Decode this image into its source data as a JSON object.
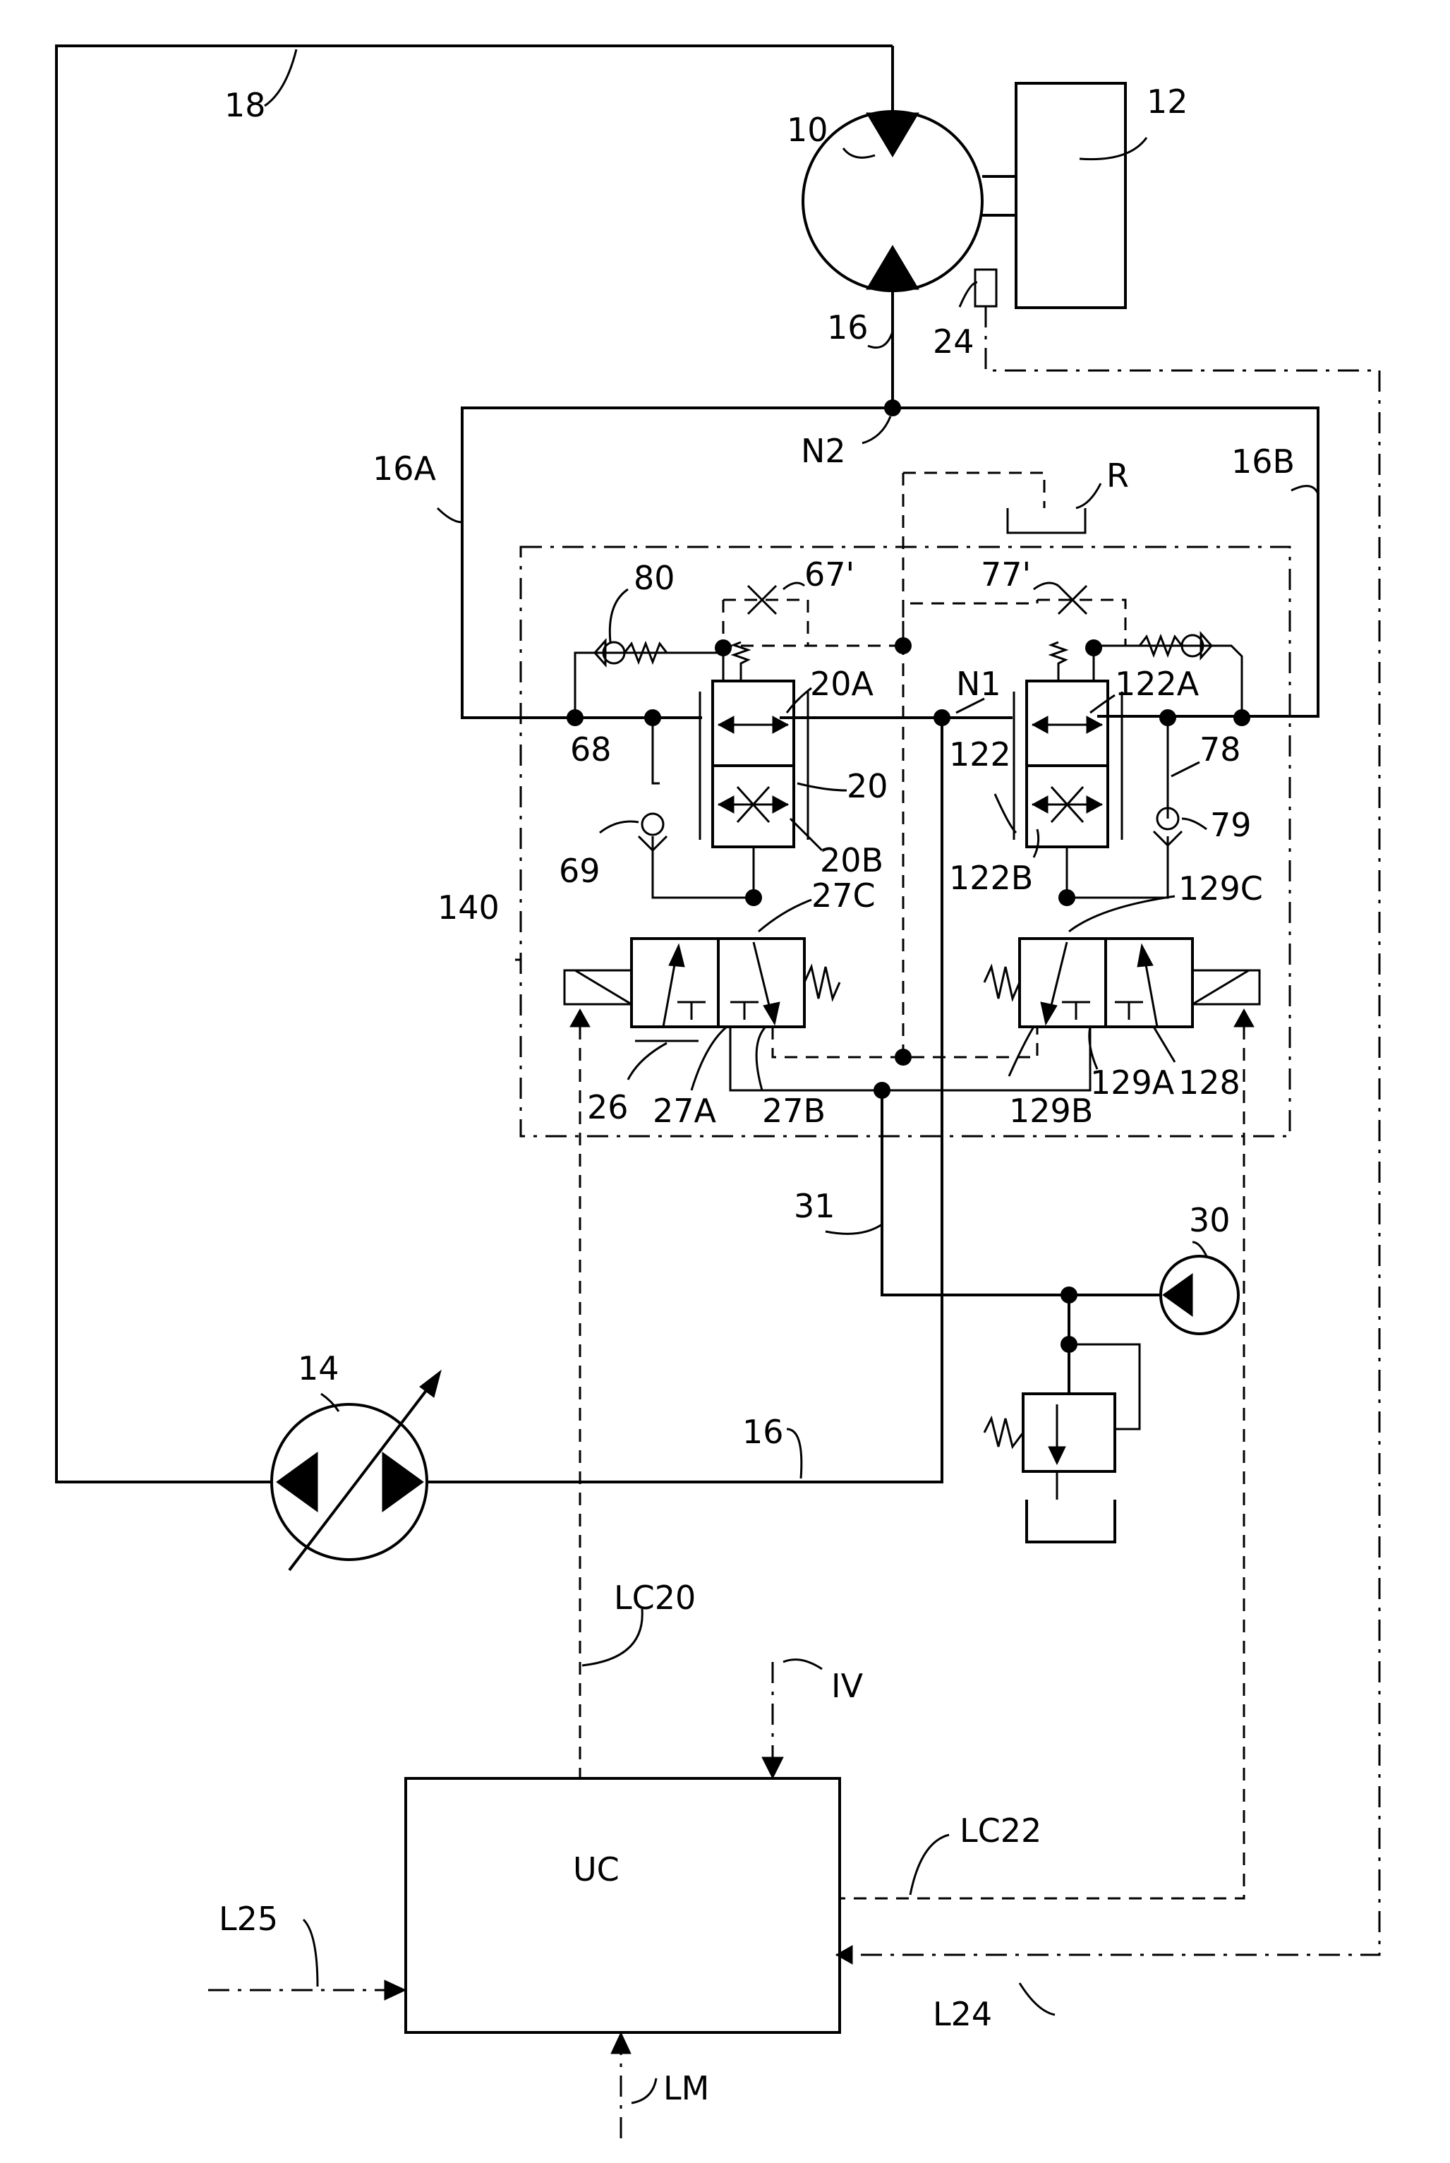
{
  "labels": {
    "l18": "18",
    "l10": "10",
    "l12": "12",
    "l16_top": "16",
    "l24": "24",
    "lN2": "N2",
    "l16A": "16A",
    "l16B": "16B",
    "lR": "R",
    "l80": "80",
    "l67p": "67'",
    "l77p": "77'",
    "l20A": "20A",
    "lN1": "N1",
    "l122A": "122A",
    "l68": "68",
    "l20": "20",
    "l122": "122",
    "l78": "78",
    "l69": "69",
    "l20B": "20B",
    "l122B": "122B",
    "l79": "79",
    "l140": "140",
    "l27C": "27C",
    "l129C": "129C",
    "l26": "26",
    "l27A": "27A",
    "l27B": "27B",
    "l129B": "129B",
    "l129A": "129A",
    "l128": "128",
    "l31": "31",
    "l30": "30",
    "l14": "14",
    "l16_bot": "16",
    "lLC20": "LC20",
    "lIV": "IV",
    "lUC": "UC",
    "lLC22": "LC22",
    "lL25": "L25",
    "lL24": "L24",
    "lLM": "LM"
  }
}
